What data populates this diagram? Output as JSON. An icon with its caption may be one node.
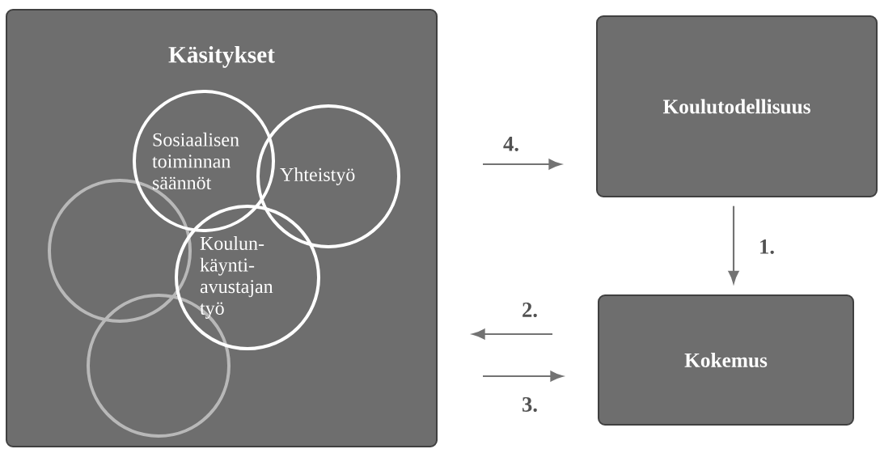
{
  "diagram": {
    "nodes": [
      {
        "text": [
          "Käsitykset"
        ]
      },
      {
        "text": [
          "Sosiaalisen toiminnan säännöt"
        ],
        "in": 0
      },
      {
        "text": [
          "Yhteistyö"
        ],
        "in": 0
      },
      {
        "text": [
          "Koulun- käynti- avustajan työ"
        ],
        "in": 0
      },
      {
        "text": [],
        "shape": "circle",
        "in": 0
      },
      {
        "text": [],
        "shape": "circle",
        "in": 0
      },
      {
        "text": [
          "Koulutodellisuus"
        ]
      },
      {
        "text": [
          "Kokemus"
        ]
      }
    ],
    "edges": [
      {
        "from": 6,
        "to": 7,
        "arrow": "to",
        "label": "1."
      },
      {
        "from": 7,
        "to": 0,
        "arrow": "to",
        "label": "2."
      },
      {
        "from": 0,
        "to": 7,
        "arrow": "to",
        "label": "3."
      },
      {
        "from": 0,
        "to": 6,
        "arrow": "to",
        "label": "4."
      }
    ]
  }
}
